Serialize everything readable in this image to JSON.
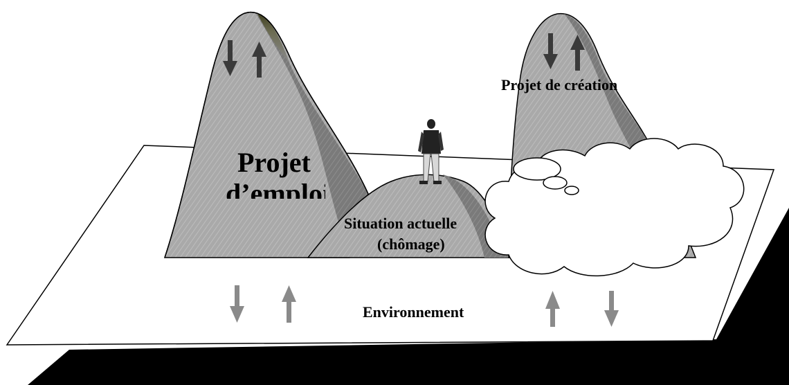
{
  "labels": {
    "projet_emploi_line1": "Projet",
    "projet_emploi_line2": "d’emploi",
    "projet_creation": "Projet de création",
    "situation_line1": "Situation actuelle",
    "situation_line2": "(chômage)",
    "environnement": "Environnement"
  },
  "colors": {
    "mountain_light": "#a8a8a8",
    "mountain_dark": "#6e6e6e",
    "mountain_olive": "#5a5a30",
    "arrow_dark": "#3a3a3a",
    "arrow_light": "#8a8a8a",
    "shadow": "#000000",
    "plane": "#ffffff"
  }
}
